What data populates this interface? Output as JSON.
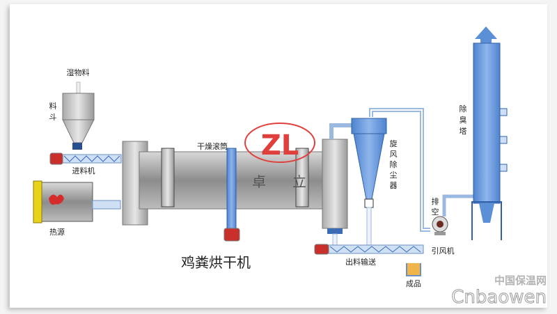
{
  "title": "鸡粪烘干机",
  "labels": {
    "wet_material": "湿物料",
    "hopper_1": "料",
    "hopper_2": "斗",
    "feeder": "进料机",
    "heat_source": "热源",
    "drum": "干燥滚筒",
    "cyclone": [
      "旋",
      "风",
      "除",
      "尘",
      "器"
    ],
    "exhaust": [
      "排",
      "空"
    ],
    "fan": "引风机",
    "deodor_tower": [
      "除",
      "臭",
      "塔"
    ],
    "discharge": "出料输送",
    "product": "成品"
  },
  "logo": {
    "letters": "ZL",
    "name_1": "卓",
    "name_2": "立"
  },
  "watermark": {
    "cn": "中国保温网",
    "en": "Cnbaowen"
  },
  "colors": {
    "blue": "#5b8fd6",
    "red": "#e0403c",
    "gray": "#9a9a9a"
  }
}
